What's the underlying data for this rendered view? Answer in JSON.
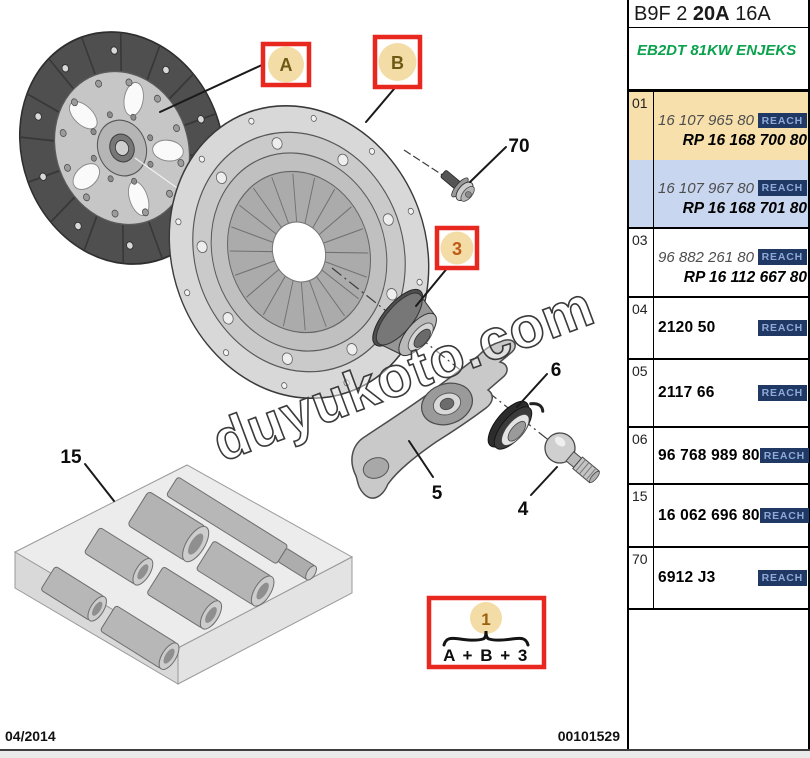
{
  "header": {
    "code_p1": "B9F 2",
    "code_p2": "20A",
    "code_p3": "16A",
    "engine_note": "EB2DT 81KW ENJEKS"
  },
  "table": {
    "rows": [
      {
        "ref": "01",
        "part_number": "16 107 965 80",
        "rp_number": "RP 16 168 700 80",
        "reach_label": "REACH"
      },
      {
        "ref": "",
        "part_number": "16 107 967 80",
        "rp_number": "RP 16 168 701 80",
        "reach_label": "REACH"
      },
      {
        "ref": "03",
        "part_number": "96 882 261 80",
        "rp_number": "RP 16 112 667 80",
        "reach_label": "REACH"
      },
      {
        "ref": "04",
        "part_number": "2120 50",
        "reach_label": "REACH"
      },
      {
        "ref": "05",
        "part_number": "2117 66",
        "reach_label": "REACH"
      },
      {
        "ref": "06",
        "part_number": "96 768 989 80",
        "reach_label": "REACH"
      },
      {
        "ref": "15",
        "part_number": "16 062 696 80",
        "reach_label": "REACH"
      },
      {
        "ref": "70",
        "part_number": "6912 J3",
        "reach_label": "REACH"
      }
    ]
  },
  "diagram": {
    "callouts": {
      "a": "A",
      "b": "B",
      "three": "3",
      "one": "1",
      "combo": "A + B + 3"
    },
    "part_labels": {
      "seventy": "70",
      "fifteen": "15",
      "five": "5",
      "six": "6",
      "four": "4"
    },
    "watermark": "duyukoto.com"
  },
  "footer": {
    "date": "04/2014",
    "doc_number": "00101529"
  },
  "colors": {
    "callout_red": "#e8271f",
    "badge_tan": "#f3dca6",
    "row_tan": "#f7e0ac",
    "row_blue": "#c9d6f0",
    "reach_bg": "#1f3864",
    "reach_text": "#8fa9d8",
    "engine_green": "#0aa24d"
  }
}
